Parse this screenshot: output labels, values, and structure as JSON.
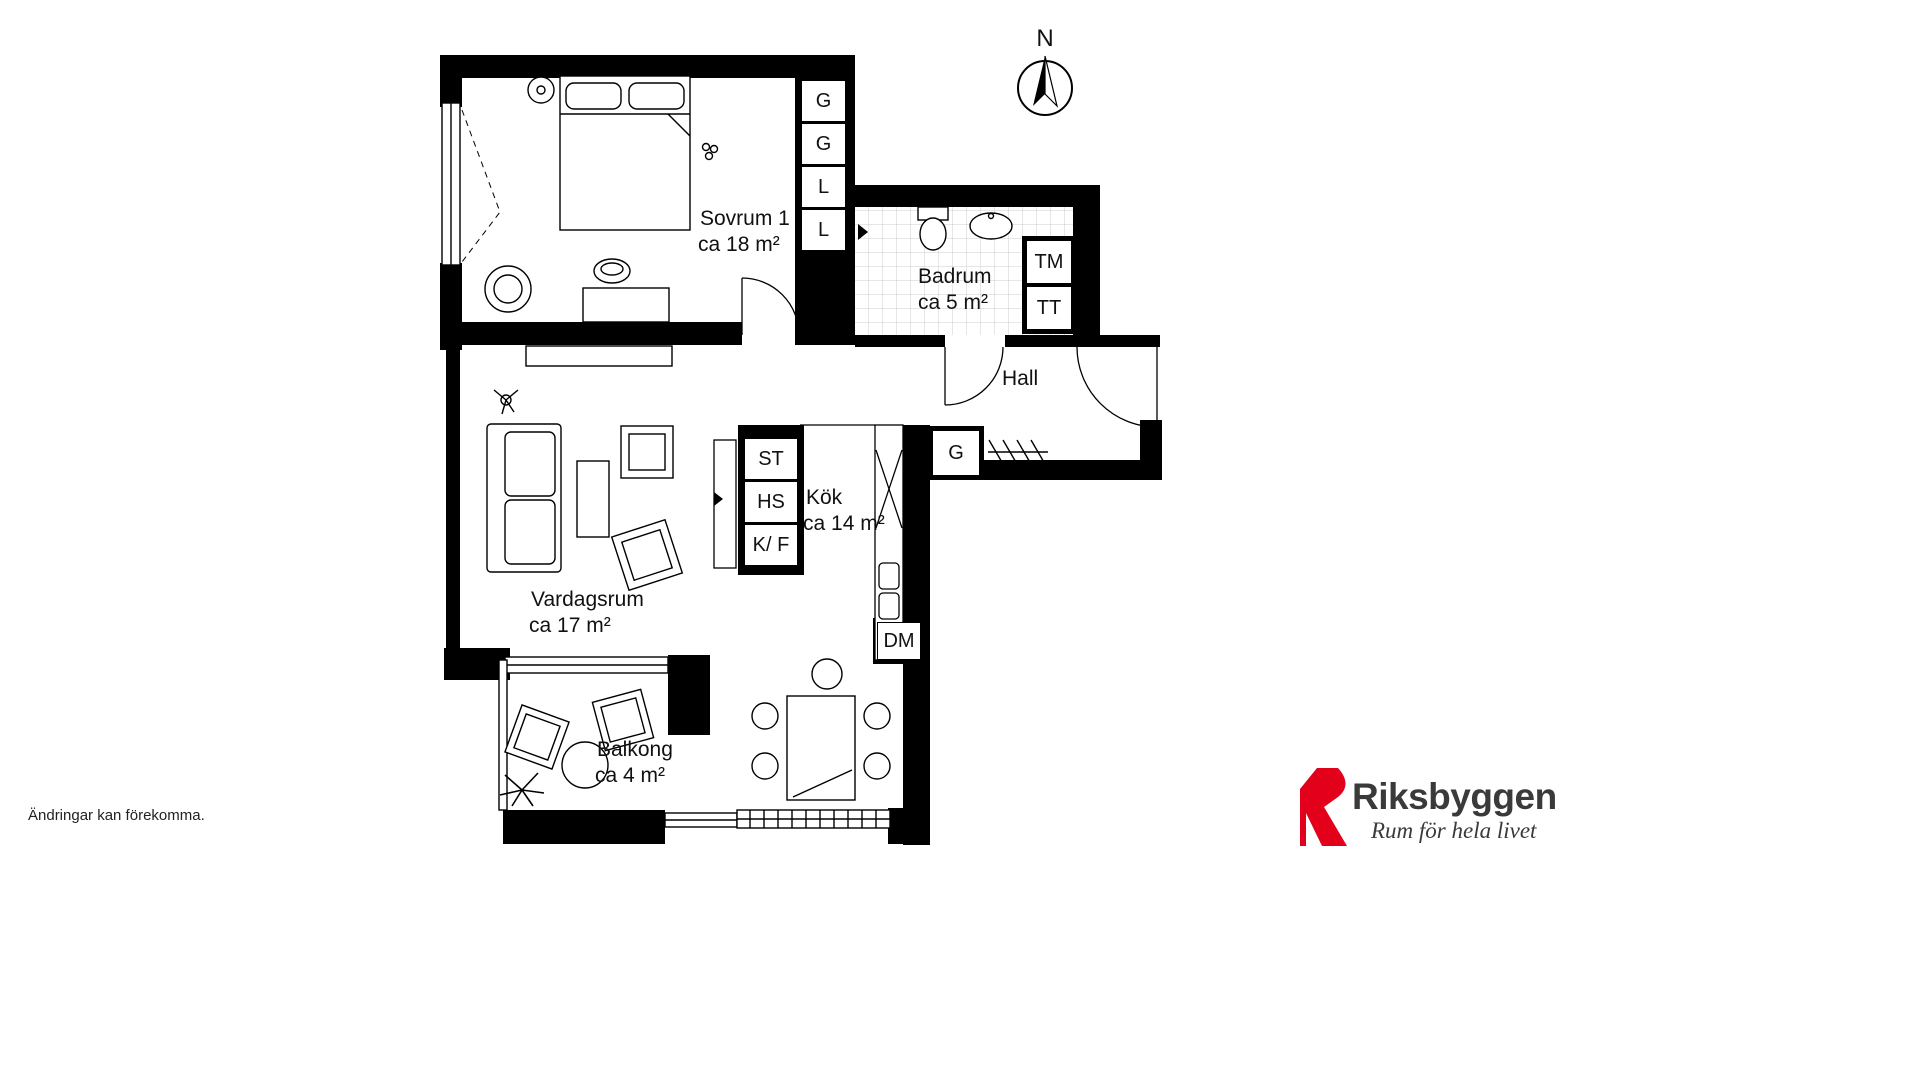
{
  "plan": {
    "north_label": "N",
    "disclaimer": "Ändringar kan förekomma."
  },
  "rooms": {
    "sovrum": {
      "name": "Sovrum 1",
      "area": "ca 18 m²"
    },
    "badrum": {
      "name": "Badrum",
      "area": "ca 5 m²"
    },
    "hall": {
      "name": "Hall"
    },
    "kok": {
      "name": "Kök",
      "area": "ca 14 m²"
    },
    "vardagsrum": {
      "name": "Vardagsrum",
      "area": "ca 17 m²"
    },
    "balkong": {
      "name": "Balkong",
      "area": "ca 4 m²"
    }
  },
  "fixtures": {
    "closet_g1": "G",
    "closet_g2": "G",
    "closet_l1": "L",
    "closet_l2": "L",
    "washer": "TM",
    "dryer": "TT",
    "cleaning_cabinet": "ST",
    "tall_cabinet": "HS",
    "fridge_freezer": "K/ F",
    "hall_closet": "G",
    "dishwasher": "DM"
  },
  "brand": {
    "name": "Riksbyggen",
    "tagline": "Rum för hela livet",
    "logo_color": "#e2001a"
  }
}
